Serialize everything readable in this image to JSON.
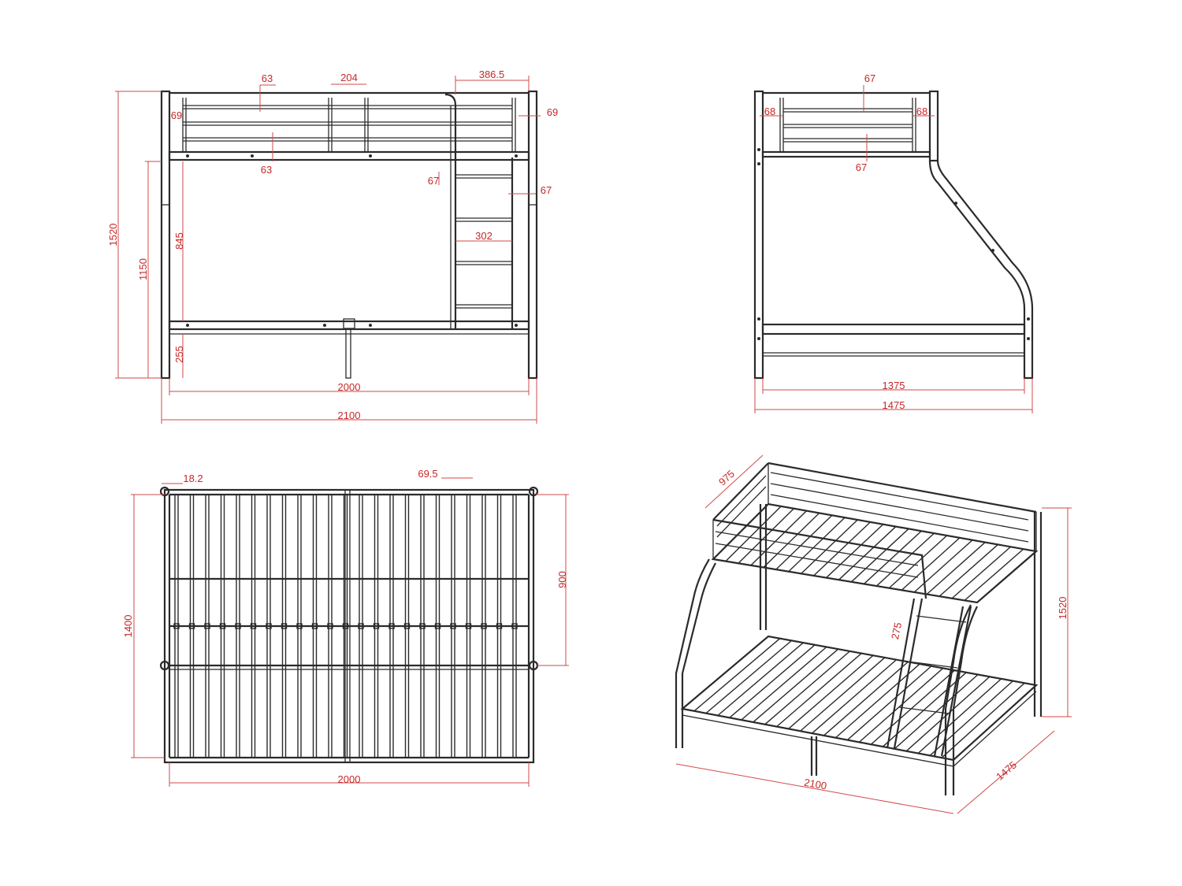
{
  "colors": {
    "line": "#2b2b2b",
    "dimension": "#c62828",
    "background": "#ffffff"
  },
  "views": {
    "front": {
      "dims": {
        "rail_top_left": "63",
        "post_gap": "204",
        "ladder_width_top": "386.5",
        "post_side": "69",
        "post_left": "69",
        "rail_below": "63",
        "ladder_rail": "67",
        "ladder_post": "67",
        "ladder_step": "302",
        "total_height": "1520",
        "upper_height": "1150",
        "guard_height": "845",
        "clearance": "255",
        "inner_length": "2000",
        "total_length": "2100"
      }
    },
    "side": {
      "dims": {
        "top_rail": "67",
        "left_post": "68",
        "right_post": "68",
        "rail_below": "67",
        "inner_width": "1375",
        "total_width": "1475"
      }
    },
    "top": {
      "dims": {
        "post_offset": "18.2",
        "slat_pitch": "69.5",
        "upper_depth": "900",
        "total_depth": "1400",
        "inner_length": "2000"
      }
    },
    "iso": {
      "dims": {
        "upper_width": "975",
        "height": "1520",
        "ladder_slope": "275",
        "length": "2100",
        "width": "1475"
      }
    }
  }
}
